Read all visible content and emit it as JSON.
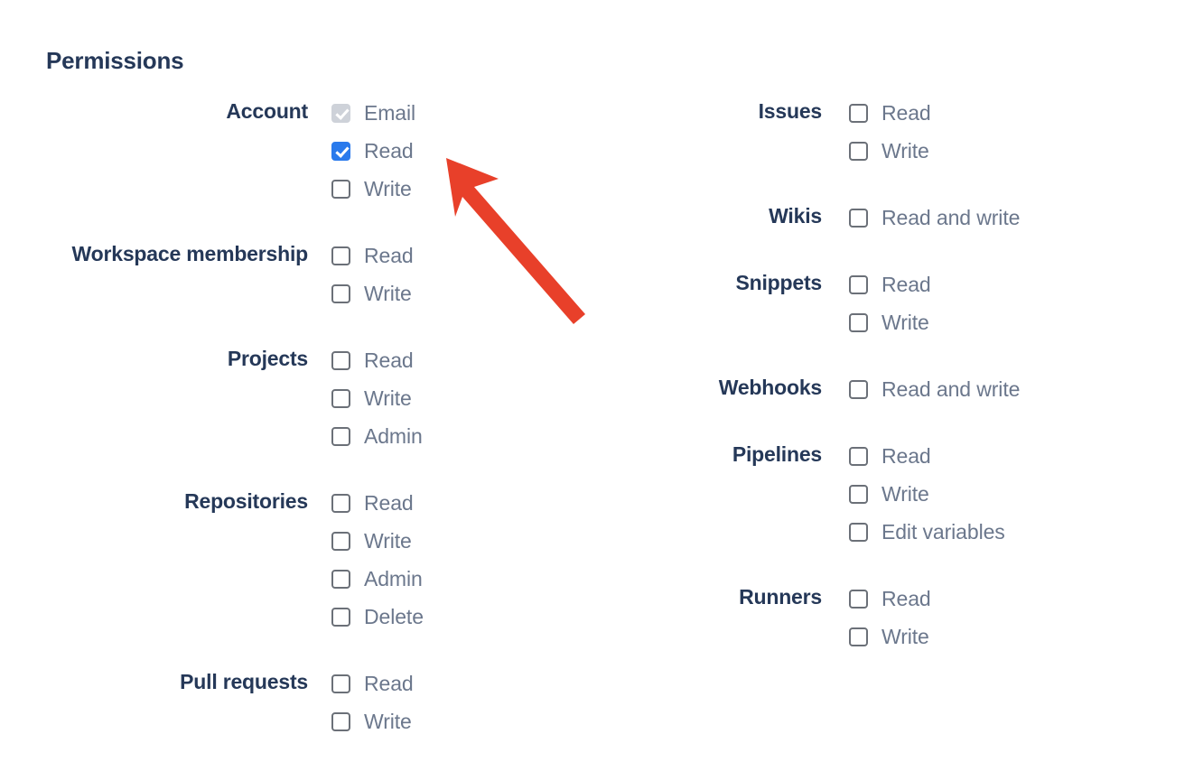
{
  "page": {
    "title": "Permissions"
  },
  "colors": {
    "heading": "#253858",
    "group_label": "#253858",
    "option_label": "#6b778c",
    "checkbox_border": "#6b7078",
    "checkbox_checked": "#2a7aec",
    "checkbox_disabled": "#ced2d9",
    "annotation_arrow": "#e8402a",
    "background": "#ffffff"
  },
  "columns": {
    "left": [
      {
        "label": "Account",
        "options": [
          {
            "label": "Email",
            "state": "disabled-checked"
          },
          {
            "label": "Read",
            "state": "checked"
          },
          {
            "label": "Write",
            "state": "unchecked"
          }
        ]
      },
      {
        "label": "Workspace membership",
        "options": [
          {
            "label": "Read",
            "state": "unchecked"
          },
          {
            "label": "Write",
            "state": "unchecked"
          }
        ]
      },
      {
        "label": "Projects",
        "options": [
          {
            "label": "Read",
            "state": "unchecked"
          },
          {
            "label": "Write",
            "state": "unchecked"
          },
          {
            "label": "Admin",
            "state": "unchecked"
          }
        ]
      },
      {
        "label": "Repositories",
        "options": [
          {
            "label": "Read",
            "state": "unchecked"
          },
          {
            "label": "Write",
            "state": "unchecked"
          },
          {
            "label": "Admin",
            "state": "unchecked"
          },
          {
            "label": "Delete",
            "state": "unchecked"
          }
        ]
      },
      {
        "label": "Pull requests",
        "options": [
          {
            "label": "Read",
            "state": "unchecked"
          },
          {
            "label": "Write",
            "state": "unchecked"
          }
        ]
      }
    ],
    "right": [
      {
        "label": "Issues",
        "options": [
          {
            "label": "Read",
            "state": "unchecked"
          },
          {
            "label": "Write",
            "state": "unchecked"
          }
        ]
      },
      {
        "label": "Wikis",
        "options": [
          {
            "label": "Read and write",
            "state": "unchecked"
          }
        ]
      },
      {
        "label": "Snippets",
        "options": [
          {
            "label": "Read",
            "state": "unchecked"
          },
          {
            "label": "Write",
            "state": "unchecked"
          }
        ]
      },
      {
        "label": "Webhooks",
        "options": [
          {
            "label": "Read and write",
            "state": "unchecked"
          }
        ]
      },
      {
        "label": "Pipelines",
        "options": [
          {
            "label": "Read",
            "state": "unchecked"
          },
          {
            "label": "Write",
            "state": "unchecked"
          },
          {
            "label": "Edit variables",
            "state": "unchecked"
          }
        ]
      },
      {
        "label": "Runners",
        "options": [
          {
            "label": "Read",
            "state": "unchecked"
          },
          {
            "label": "Write",
            "state": "unchecked"
          }
        ]
      }
    ]
  },
  "annotation": {
    "icon": "arrow-up-left-icon",
    "color": "#e8402a",
    "points_to": "Account Read checkbox"
  }
}
